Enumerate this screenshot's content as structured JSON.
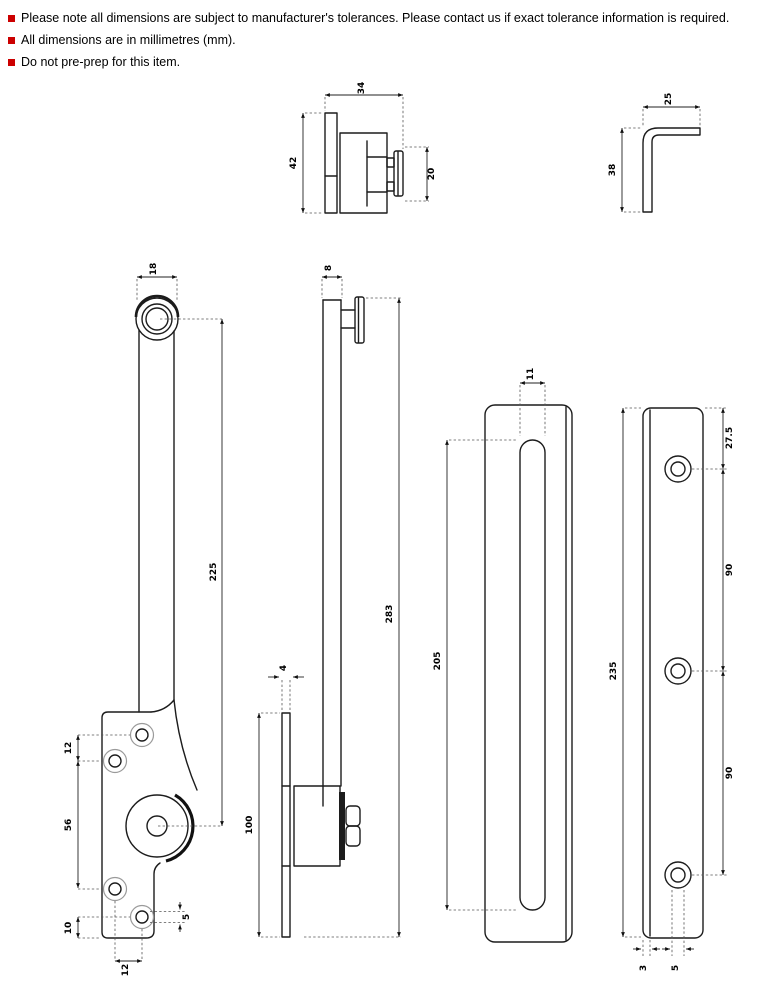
{
  "notes": {
    "bullet_color": "#cc0000",
    "items": [
      "Please note all dimensions are subject to manufacturer's tolerances. Please contact us if exact tolerance information is required.",
      "All dimensions are in millimetres (mm).",
      "Do not pre-prep for this item."
    ]
  },
  "views": {
    "pivot_assembly": {
      "dims": {
        "overall_width": "34",
        "flange_height": "42",
        "spindle_height": "20"
      }
    },
    "angle_bracket": {
      "dims": {
        "top_leg": "25",
        "side_leg": "38"
      }
    },
    "arm_front": {
      "dims": {
        "pivot_width": "18",
        "arm_length": "225",
        "upper_hole_pitch": "12",
        "hole_span": "56",
        "bottom_offset": "10",
        "lower_hole_pitch": "12",
        "hole_diameter": "5"
      }
    },
    "arm_side": {
      "dims": {
        "arm_width": "8",
        "overall_length": "283",
        "backplate_length": "100",
        "backplate_thickness": "4"
      }
    },
    "slotted_plate": {
      "dims": {
        "slot_width": "11",
        "slot_length": "205"
      }
    },
    "drilled_plate": {
      "dims": {
        "plate_length": "235",
        "top_hole_offset": "27.5",
        "hole_pitch_upper": "90",
        "hole_pitch_lower": "90",
        "edge_margin": "3",
        "hole_diameter": "5"
      }
    }
  }
}
